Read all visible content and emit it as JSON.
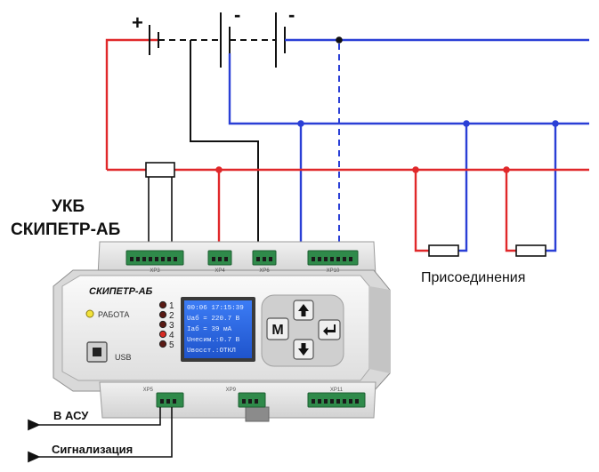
{
  "title_line1": "УКБ",
  "title_line2": "СКИПЕТР-АБ",
  "battery_plus": "+",
  "battery_minus_1": "-",
  "battery_minus_2": "-",
  "connections_label": "Присоединения",
  "to_asu_label": "В АСУ",
  "signal_label": "Сигнализация",
  "device": {
    "brand": "СКИПЕТР-АБ",
    "work_label": "РАБОТА",
    "usb_label": "USB",
    "led_labels": [
      "1",
      "2",
      "3",
      "4",
      "5"
    ],
    "menu_button": "M",
    "connector_labels": [
      "XP3",
      "XP4",
      "XP6",
      "XP10",
      "XP5",
      "XP9",
      "XP11"
    ],
    "lcd_lines": [
      "00:06 17:15:39",
      "Uаб = 220.7 В",
      "Iаб =  39 мА",
      "Uнесим.:0.7 В",
      "Uвосст.:ОТКЛ"
    ]
  },
  "colors": {
    "red_wire": "#e0282a",
    "blue_wire": "#2a3fd6",
    "black_wire": "#111111",
    "lcd_bg": "#2d6df0",
    "device_body": "#e6e6e6",
    "connector_green": "#2f8a4a"
  }
}
